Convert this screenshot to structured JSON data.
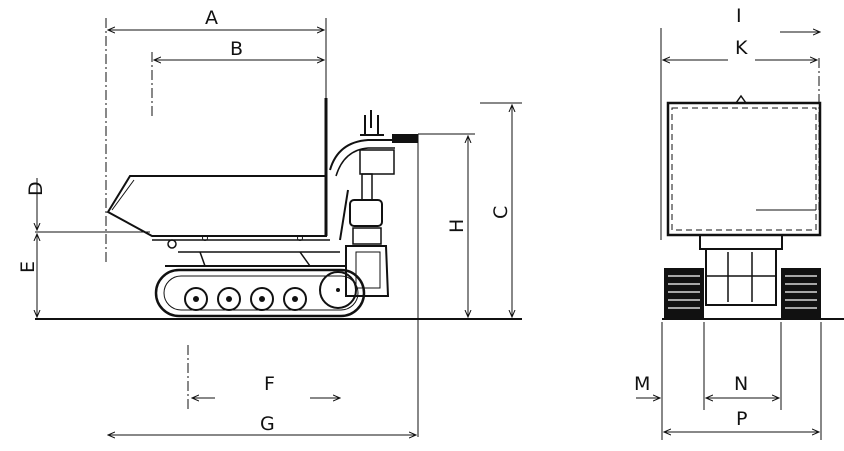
{
  "labels": {
    "A": "A",
    "B": "B",
    "C": "C",
    "D": "D",
    "E": "E",
    "F": "F",
    "G": "G",
    "H": "H",
    "I": "I",
    "K": "K",
    "M": "M",
    "N": "N",
    "P": "P"
  },
  "colors": {
    "line": "#111111",
    "background": "#ffffff"
  }
}
